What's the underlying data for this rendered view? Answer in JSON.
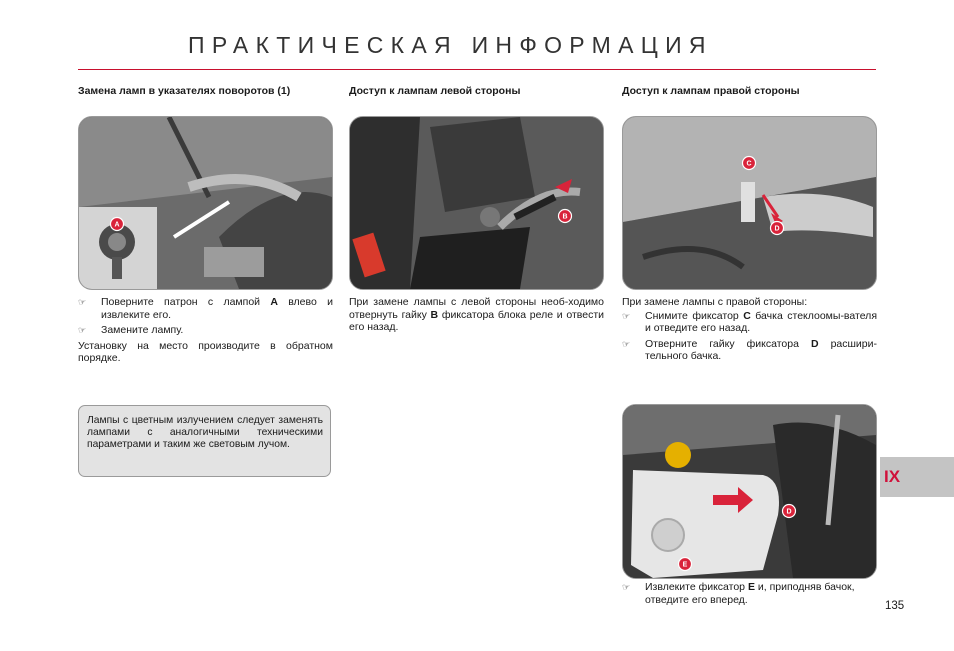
{
  "header": {
    "title": "ПРАКТИЧЕСКАЯ ИНФОРМАЦИЯ"
  },
  "column1": {
    "heading": "Замена ламп в указателях поворотов (1)",
    "photo_marker": "A",
    "bullets": [
      {
        "pre": "Поверните патрон с лампой ",
        "bold": "A",
        "post": " влево и извлеките его."
      },
      {
        "pre": "Замените лампу.",
        "bold": "",
        "post": ""
      }
    ],
    "paragraph": "Установку на место производите в обратном порядке.",
    "note": "Лампы с цветным излучением следует заменять лампами с аналогичными техническими параметрами и таким же световым лучом."
  },
  "column2": {
    "heading": "Доступ к лампам левой стороны",
    "photo_marker": "B",
    "text_pre": "При замене лампы с левой стороны необ-ходимо отвернуть гайку ",
    "text_bold": "B",
    "text_post": " фиксатора блока реле и отвести его назад."
  },
  "column3": {
    "heading": "Доступ к лампам правой стороны",
    "photo_markers": [
      "C",
      "D"
    ],
    "intro": "При замене лампы с правой стороны:",
    "bullets": [
      {
        "pre": "Снимите фиксатор ",
        "bold": "C",
        "post": " бачка стеклоомы-вателя и отведите его назад."
      },
      {
        "pre": "Отверните гайку фиксатора ",
        "bold": "D",
        "post": " расшири-тельного бачка."
      }
    ],
    "photo2_markers": [
      "E",
      "D"
    ],
    "bottom_bullet": {
      "pre": "Извлеките фиксатор ",
      "bold": "E",
      "post": " и, приподняв бачок, отведите его вперед."
    }
  },
  "chapter_tab": {
    "label": "IX"
  },
  "page_number": "135",
  "colors": {
    "accent": "#c8102e",
    "marker": "#d9233a",
    "tab_bg": "#c4c4c4"
  },
  "icons": {
    "bullet": "hand-pointer-icon"
  }
}
